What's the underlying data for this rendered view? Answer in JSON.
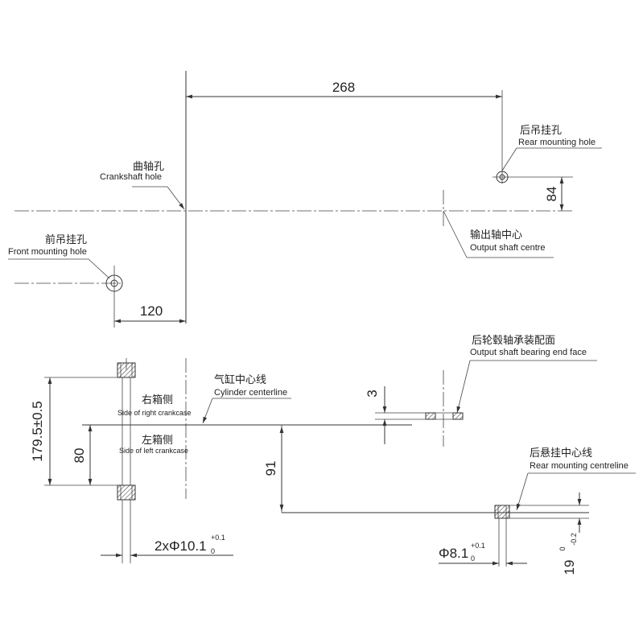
{
  "top_view": {
    "dim_268": "268",
    "dim_84": "84",
    "dim_120": "120",
    "crankshaft_hole": {
      "cn": "曲轴孔",
      "en": "Crankshaft hole"
    },
    "rear_mounting_hole": {
      "cn": "后吊挂孔",
      "en": "Rear mounting hole"
    },
    "front_mounting_hole": {
      "cn": "前吊挂孔",
      "en": "Front mounting hole"
    },
    "output_shaft_centre": {
      "cn": "输出轴中心",
      "en": "Output shaft centre"
    }
  },
  "side_view": {
    "dim_179": "179.5±0.5",
    "dim_80": "80",
    "dim_3": "3",
    "dim_91": "91",
    "hole_left": {
      "main": "2xΦ10.1",
      "upper": "+0.1",
      "lower": "0"
    },
    "hole_right": {
      "main": "Φ8.1",
      "upper": "+0.1",
      "lower": "0"
    },
    "dim_19": {
      "main": "19",
      "upper": "0",
      "lower": "-0.2"
    },
    "right_crankcase": {
      "cn": "右箱侧",
      "en": "Side of right crankcase"
    },
    "left_crankcase": {
      "cn": "左箱侧",
      "en": "Side of left crankcase"
    },
    "cylinder_centerline": {
      "cn": "气缸中心线",
      "en": "Cylinder centerline"
    },
    "bearing_end_face": {
      "cn": "后轮毂轴承装配面",
      "en": "Output shaft bearing end face"
    },
    "rear_mounting_centreline": {
      "cn": "后悬挂中心线",
      "en": "Rear mounting centreline"
    }
  }
}
